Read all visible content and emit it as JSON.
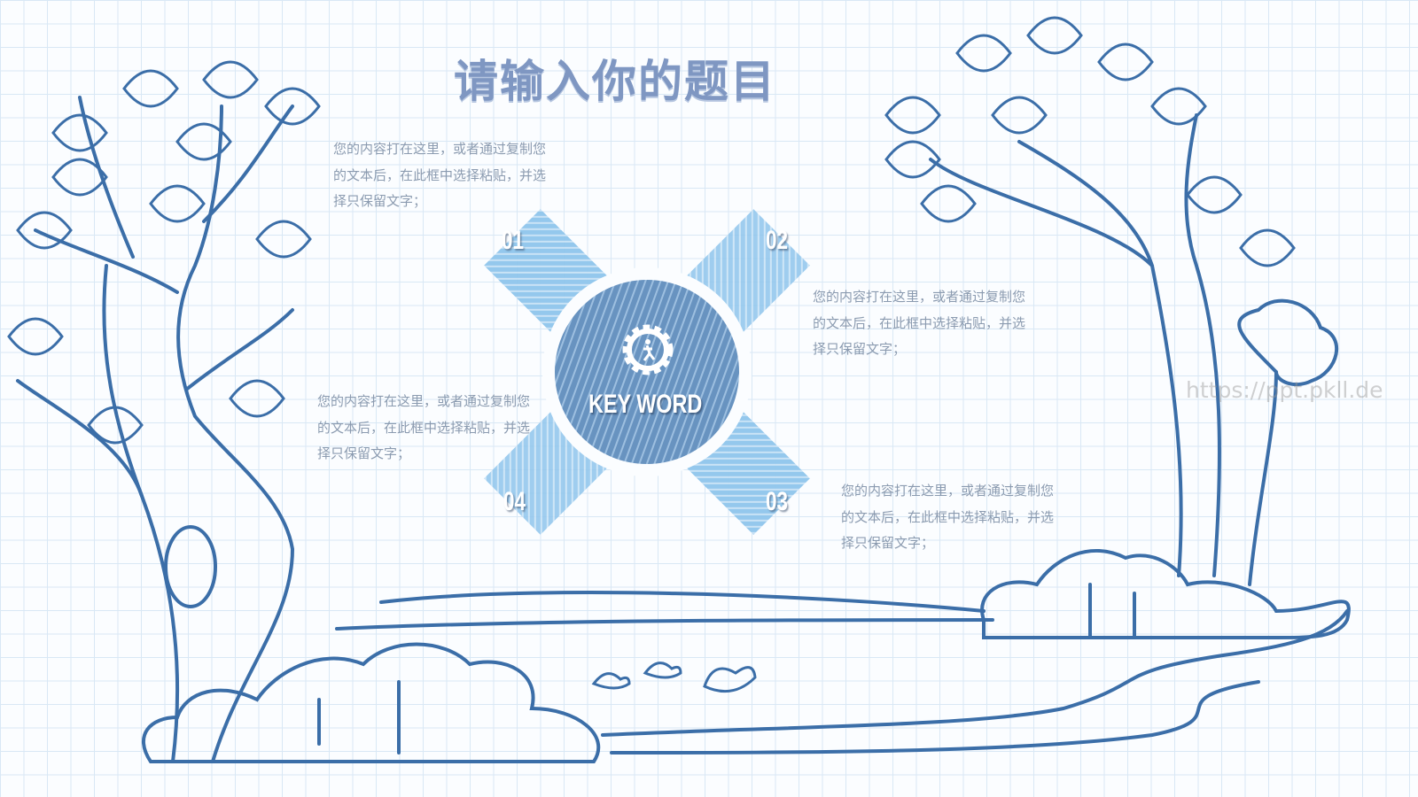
{
  "slide": {
    "title": "请输入你的题目",
    "keyword": "KEY WORD",
    "center_icon": "gear-running-person-icon",
    "watermark": "https://ppt.pkll.de",
    "items": [
      {
        "number": "01",
        "text": "您的内容打在这里，或者通过复制您的文本后，在此框中选择粘贴，并选择只保留文字；"
      },
      {
        "number": "02",
        "text": "您的内容打在这里，或者通过复制您的文本后，在此框中选择粘贴，并选择只保留文字；"
      },
      {
        "number": "03",
        "text": "您的内容打在这里，或者通过复制您的文本后，在此框中选择粘贴，并选择只保留文字；"
      },
      {
        "number": "04",
        "text": "您的内容打在这里，或者通过复制您的文本后，在此框中选择粘贴，并选择只保留文字；"
      }
    ],
    "colors": {
      "line_art": "#3b6ea8",
      "brush_light": "#8cc4ea",
      "brush_dark": "#5f8fbf",
      "circle": "#6a96c2",
      "text": "#8b9bb0",
      "title": "#7f97c2"
    }
  }
}
